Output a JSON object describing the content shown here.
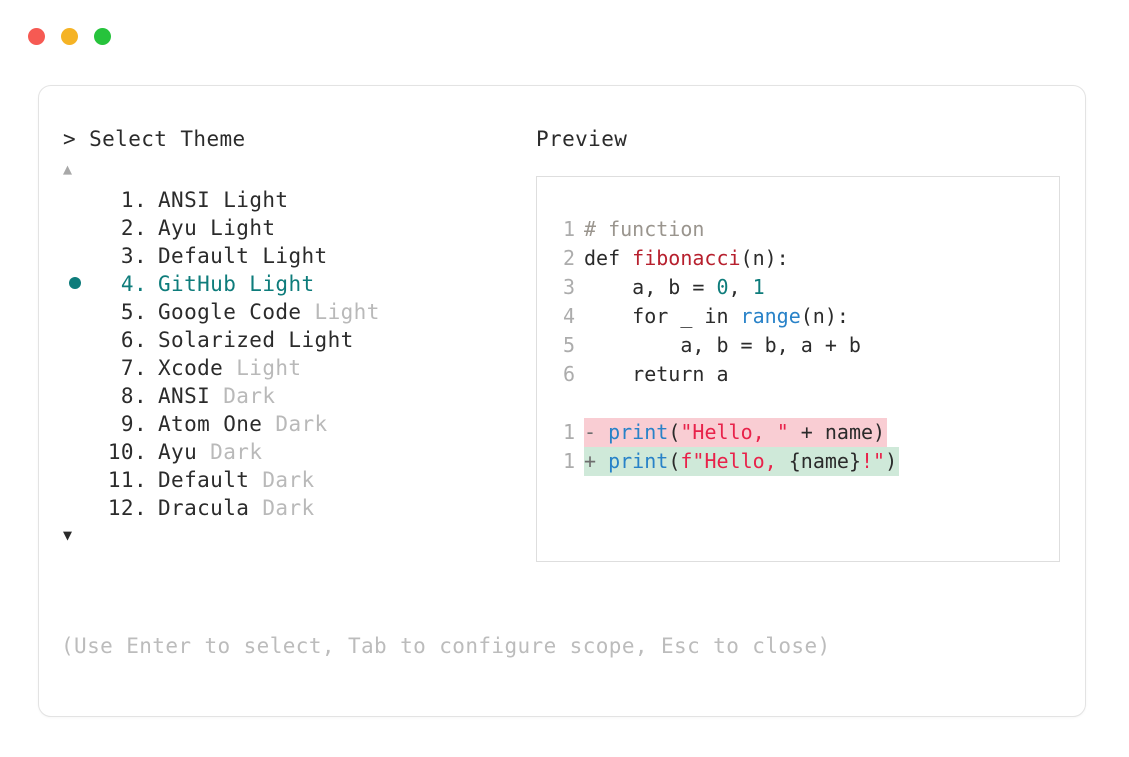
{
  "window": {
    "dots": [
      {
        "name": "close-dot",
        "color": "#f65a53"
      },
      {
        "name": "minimize-dot",
        "color": "#f5b325"
      },
      {
        "name": "maximize-dot",
        "color": "#26c33c"
      }
    ]
  },
  "left": {
    "prompt": "> Select Theme",
    "scroll_up": "▲",
    "scroll_down": "▼",
    "selected_index": 4,
    "bullet_color": "#0e7c7b",
    "items": [
      {
        "index": "1.",
        "name": "ANSI",
        "suffix": "Light",
        "suffix_muted": false,
        "selected": false
      },
      {
        "index": "2.",
        "name": "Ayu",
        "suffix": "Light",
        "suffix_muted": false,
        "selected": false
      },
      {
        "index": "3.",
        "name": "Default",
        "suffix": "Light",
        "suffix_muted": false,
        "selected": false
      },
      {
        "index": "4.",
        "name": "GitHub",
        "suffix": "Light",
        "suffix_muted": false,
        "selected": true
      },
      {
        "index": "5.",
        "name": "Google Code",
        "suffix": "Light",
        "suffix_muted": true,
        "selected": false
      },
      {
        "index": "6.",
        "name": "Solarized",
        "suffix": "Light",
        "suffix_muted": false,
        "selected": false
      },
      {
        "index": "7.",
        "name": "Xcode",
        "suffix": "Light",
        "suffix_muted": true,
        "selected": false
      },
      {
        "index": "8.",
        "name": "ANSI",
        "suffix": "Dark",
        "suffix_muted": true,
        "selected": false
      },
      {
        "index": "9.",
        "name": "Atom One",
        "suffix": "Dark",
        "suffix_muted": true,
        "selected": false
      },
      {
        "index": "10.",
        "name": "Ayu",
        "suffix": "Dark",
        "suffix_muted": true,
        "selected": false
      },
      {
        "index": "11.",
        "name": "Default",
        "suffix": "Dark",
        "suffix_muted": true,
        "selected": false
      },
      {
        "index": "12.",
        "name": "Dracula",
        "suffix": "Dark",
        "suffix_muted": true,
        "selected": false
      }
    ]
  },
  "hint": "(Use Enter to select, Tab to configure scope, Esc to close)",
  "preview": {
    "label": "Preview",
    "code_lines": [
      {
        "num": "1",
        "tokens": [
          {
            "t": "# function",
            "c": "comment"
          }
        ]
      },
      {
        "num": "2",
        "tokens": [
          {
            "t": "def ",
            "c": "kw"
          },
          {
            "t": "fibonacci",
            "c": "fn"
          },
          {
            "t": "(n):",
            "c": "plain"
          }
        ]
      },
      {
        "num": "3",
        "tokens": [
          {
            "t": "    a, b = ",
            "c": "plain"
          },
          {
            "t": "0",
            "c": "num"
          },
          {
            "t": ", ",
            "c": "plain"
          },
          {
            "t": "1",
            "c": "num"
          }
        ]
      },
      {
        "num": "4",
        "tokens": [
          {
            "t": "    for _ in ",
            "c": "plain"
          },
          {
            "t": "range",
            "c": "builtin"
          },
          {
            "t": "(n):",
            "c": "plain"
          }
        ]
      },
      {
        "num": "5",
        "tokens": [
          {
            "t": "        a, b = b, a + b",
            "c": "plain"
          }
        ]
      },
      {
        "num": "6",
        "tokens": [
          {
            "t": "    return a",
            "c": "plain"
          }
        ]
      }
    ],
    "diff_lines": [
      {
        "num": "1",
        "kind": "del",
        "sign": "- ",
        "bg": "#f9cdd3",
        "tokens": [
          {
            "t": "print",
            "c": "builtin"
          },
          {
            "t": "(",
            "c": "plain"
          },
          {
            "t": "\"Hello, \"",
            "c": "str"
          },
          {
            "t": " + name)",
            "c": "plain"
          }
        ]
      },
      {
        "num": "1",
        "kind": "add",
        "sign": "+ ",
        "bg": "#cfe9d9",
        "tokens": [
          {
            "t": "print",
            "c": "builtin"
          },
          {
            "t": "(",
            "c": "plain"
          },
          {
            "t": "f\"Hello, ",
            "c": "str"
          },
          {
            "t": "{name}",
            "c": "plain"
          },
          {
            "t": "!\"",
            "c": "str"
          },
          {
            "t": ")",
            "c": "plain"
          }
        ]
      }
    ]
  },
  "colors": {
    "accent_teal": "#0e7c7b",
    "muted_text": "#b9b9b9",
    "body_text": "#2b2b2b",
    "border": "#e3e3e3",
    "code_border": "#dedede",
    "diff_del_bg": "#f9cdd3",
    "diff_add_bg": "#cfe9d9",
    "syntax_function": "#b7202e",
    "syntax_builtin": "#2882c8",
    "syntax_string": "#e8224a",
    "syntax_number": "#0e7c7b",
    "syntax_comment": "#9a958e"
  }
}
